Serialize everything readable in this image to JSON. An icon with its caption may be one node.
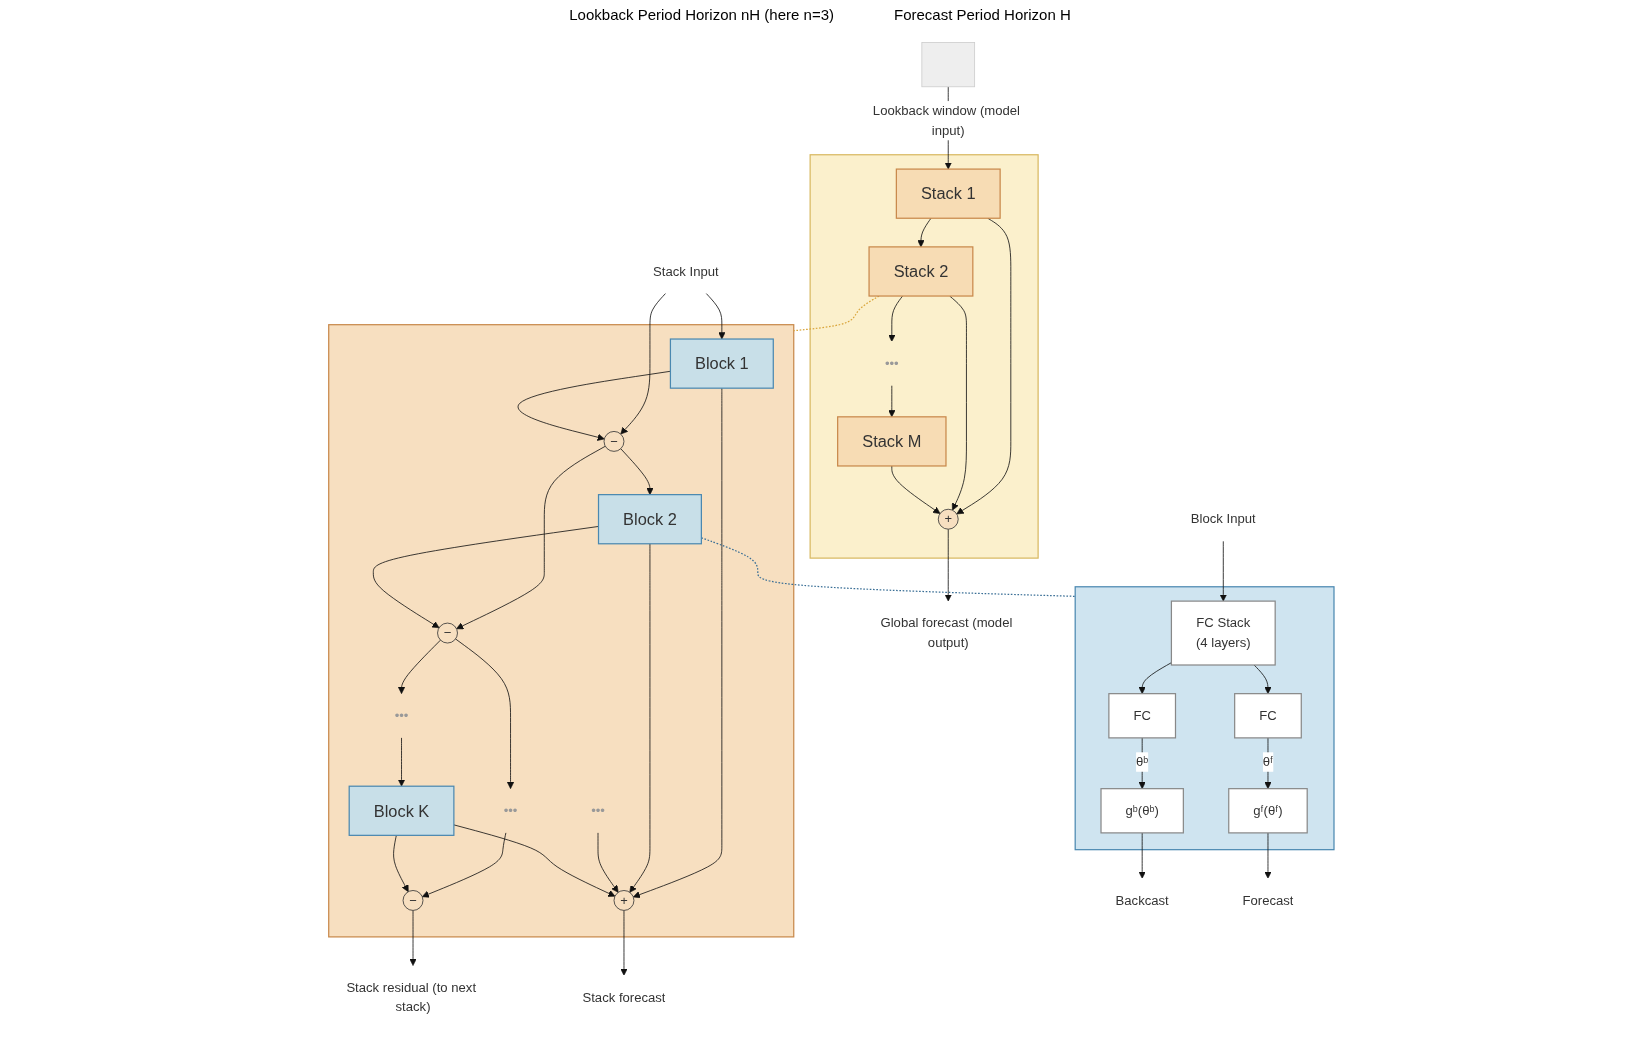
{
  "diagram": {
    "nodes": [
      {
        "text": [],
        "shape": "box"
      },
      {
        "text": [
          "Block Input"
        ]
      },
      {
        "text": [
          "FC Stack",
          "(4 layers)"
        ],
        "in": 0
      },
      {
        "text": [
          "FC"
        ],
        "in": 0
      },
      {
        "text": [
          "FC"
        ],
        "in": 0
      },
      {
        "text": [
          "gᵇ(θᵇ)"
        ],
        "in": 0
      },
      {
        "text": [
          "gᶠ(θᶠ)"
        ],
        "in": 0
      },
      {
        "text": [
          "Backcast"
        ]
      },
      {
        "text": [
          "Forecast"
        ]
      },
      {
        "text": [],
        "shape": "box"
      },
      {
        "text": [
          "Stack Input"
        ]
      },
      {
        "text": [
          "Block 1"
        ],
        "in": 9
      },
      {
        "text": [
          "−"
        ],
        "in": 9
      },
      {
        "text": [
          "Block 2"
        ],
        "in": 9
      },
      {
        "text": [
          "−"
        ],
        "in": 9
      },
      {
        "text": [
          "•••"
        ],
        "in": 9
      },
      {
        "text": [
          "•••"
        ],
        "in": 9
      },
      {
        "text": [
          "•••"
        ],
        "in": 9
      },
      {
        "text": [
          "Block K"
        ],
        "in": 9
      },
      {
        "text": [
          "−"
        ],
        "in": 9
      },
      {
        "text": [
          "+"
        ],
        "in": 9
      },
      {
        "text": [
          "Stack forecast"
        ]
      },
      {
        "text": [
          "Stack residual (to next stack)"
        ]
      },
      {
        "text": [],
        "shape": "box"
      },
      {
        "text": [
          "Stack 1"
        ],
        "in": 23
      },
      {
        "text": [
          "Stack 2"
        ],
        "in": 23
      },
      {
        "text": [
          "•••"
        ],
        "in": 23
      },
      {
        "text": [
          "Stack M"
        ],
        "in": 23
      },
      {
        "text": [
          "+"
        ],
        "in": 23
      },
      {
        "text": [
          "Global forecast (model output)"
        ]
      },
      {
        "text": [],
        "shape": "picture"
      }
    ],
    "edges": [
      {
        "from": 1,
        "to": 2,
        "arrow": "to"
      },
      {
        "from": 2,
        "to": 3,
        "arrow": "to"
      },
      {
        "from": 2,
        "to": 4,
        "arrow": "to"
      },
      {
        "from": 3,
        "to": 5,
        "arrow": "to",
        "label": "θᵇ"
      },
      {
        "from": 4,
        "to": 6,
        "arrow": "to",
        "label": "θᶠ"
      },
      {
        "from": 5,
        "to": 7,
        "arrow": "to"
      },
      {
        "from": 6,
        "to": 8,
        "arrow": "to"
      },
      {
        "from": 10,
        "to": 11,
        "arrow": "to"
      },
      {
        "from": 10,
        "to": 12,
        "arrow": "to"
      },
      {
        "from": 11,
        "to": 12,
        "arrow": "to"
      },
      {
        "from": 11,
        "to": 20,
        "arrow": "to"
      },
      {
        "from": 12,
        "to": 13,
        "arrow": "to"
      },
      {
        "from": 12,
        "to": 14,
        "arrow": "to"
      },
      {
        "from": 13,
        "to": 14,
        "arrow": "to"
      },
      {
        "from": 13,
        "to": 20,
        "arrow": "to"
      },
      {
        "from": 14,
        "to": 15,
        "arrow": "to"
      },
      {
        "from": 14,
        "to": 16,
        "arrow": "to"
      },
      {
        "from": 16,
        "to": 18,
        "arrow": "to"
      },
      {
        "from": 17,
        "to": 20,
        "arrow": "to"
      },
      {
        "from": 15,
        "to": 19,
        "arrow": "to"
      },
      {
        "from": 18,
        "to": 19,
        "arrow": "to"
      },
      {
        "from": 18,
        "to": 20,
        "arrow": "to"
      },
      {
        "from": 20,
        "to": 21,
        "arrow": "to"
      },
      {
        "from": 19,
        "to": 22,
        "arrow": "to"
      },
      {
        "from": 30,
        "to": 24,
        "arrow": "to",
        "label": "Lookback window (model input)"
      },
      {
        "from": 24,
        "to": 25,
        "arrow": "to"
      },
      {
        "from": 24,
        "to": 28,
        "arrow": "to"
      },
      {
        "from": 25,
        "to": 26,
        "arrow": "to"
      },
      {
        "from": 25,
        "to": 28,
        "arrow": "to"
      },
      {
        "from": 26,
        "to": 27,
        "arrow": "to"
      },
      {
        "from": 27,
        "to": 28,
        "arrow": "to"
      },
      {
        "from": 28,
        "to": 29,
        "arrow": "to"
      },
      {
        "from": 0,
        "to": 13,
        "arrow": "none",
        "style": "dashed",
        "color": "#3a6f96"
      },
      {
        "from": 9,
        "to": 25,
        "arrow": "none",
        "style": "dashed",
        "color": "#d9a53a"
      }
    ],
    "labels": [
      "Lookback Period Horizon nH (here n=3)",
      "Forecast Period Horizon H"
    ]
  }
}
